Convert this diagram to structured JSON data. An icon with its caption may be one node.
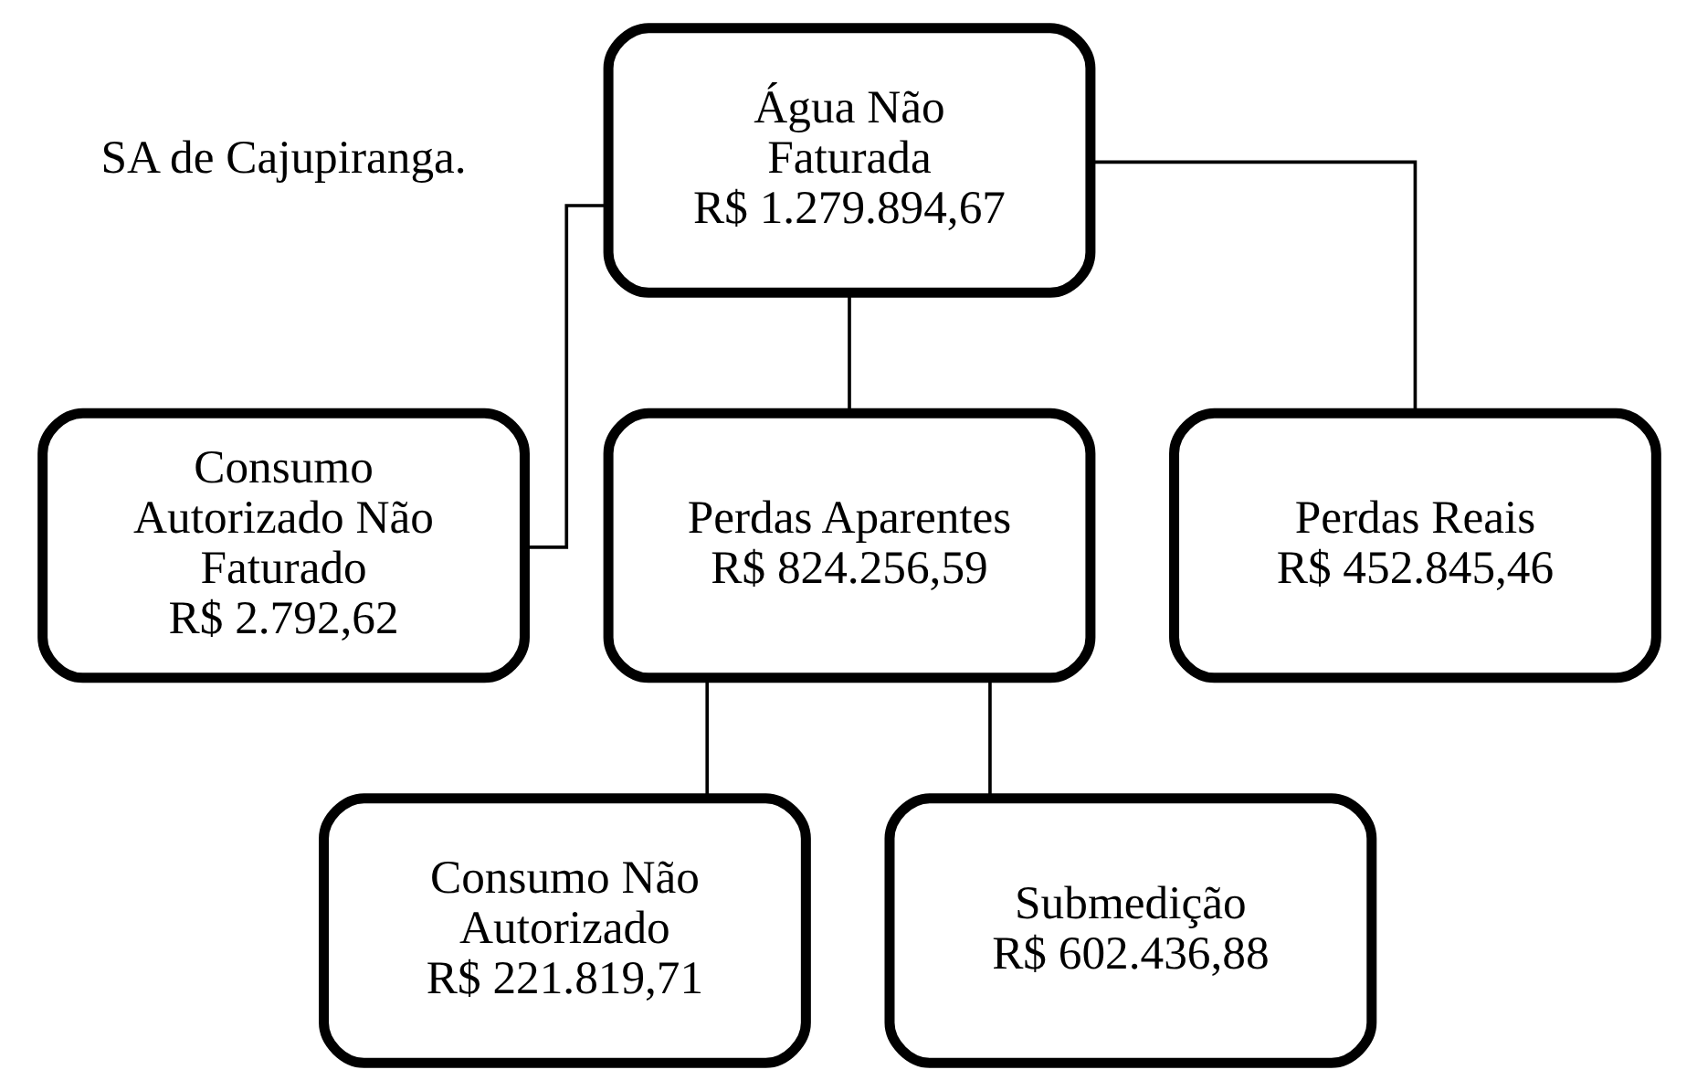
{
  "diagram": {
    "nodes": [
      {
        "text": [
          "Água Não Faturada",
          "R$ 1.279.894,67"
        ]
      },
      {
        "text": [
          "Consumo Autorizado Não Faturado",
          "R$ 2.792,62"
        ]
      },
      {
        "text": [
          "Perdas Aparentes",
          "R$ 824.256,59"
        ]
      },
      {
        "text": [
          "Perdas Reais",
          "R$ 452.845,46"
        ]
      },
      {
        "text": [
          "Consumo Não Autorizado",
          "R$ 221.819,71"
        ]
      },
      {
        "text": [
          "Submedição",
          "R$ 602.436,88"
        ]
      }
    ],
    "edges": [
      {
        "from": 0,
        "to": 1,
        "arrow": "none"
      },
      {
        "from": 0,
        "to": 2,
        "arrow": "none"
      },
      {
        "from": 0,
        "to": 3,
        "arrow": "none"
      },
      {
        "from": 2,
        "to": 4,
        "arrow": "none"
      },
      {
        "from": 2,
        "to": 5,
        "arrow": "none"
      }
    ],
    "labels": [
      "SA de Cajupiranga."
    ]
  }
}
